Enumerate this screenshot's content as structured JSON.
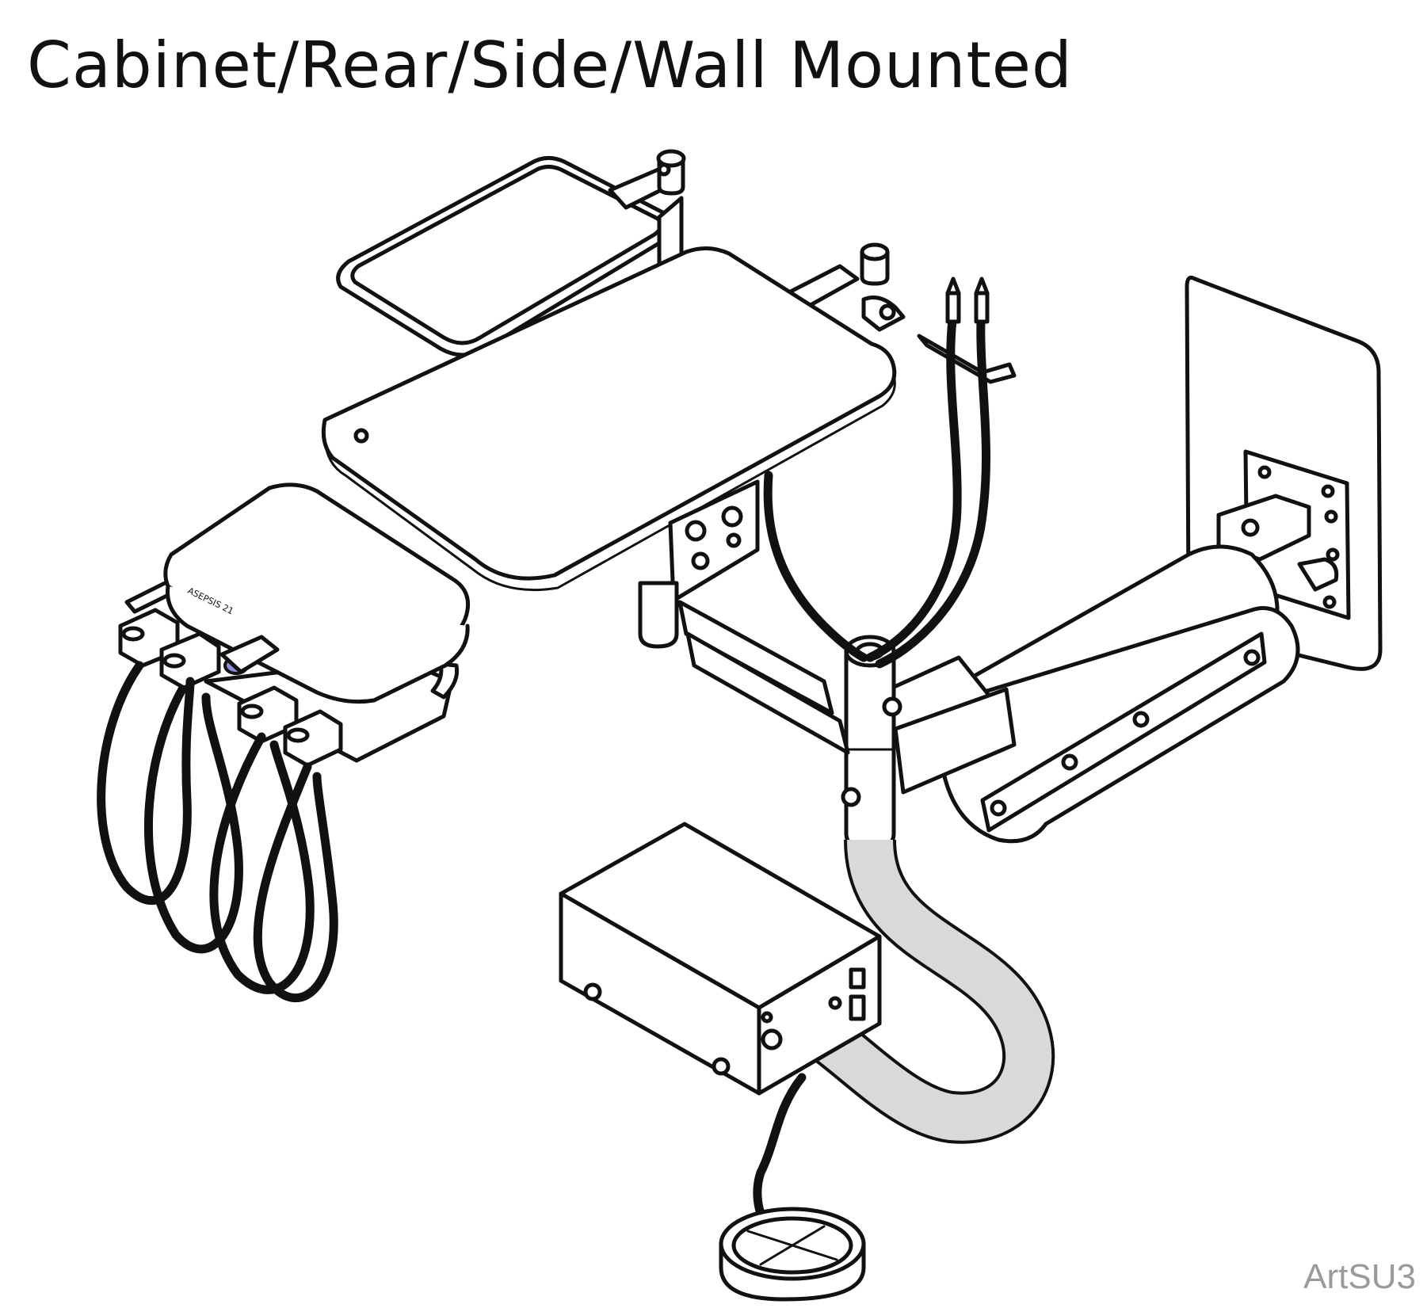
{
  "title": "Cabinet/Rear/Side/Wall Mounted",
  "art_code": "ArtSU3",
  "delivery_head_label": "ASEPSIS 21",
  "colors": {
    "line": "#111111",
    "background": "#ffffff",
    "vacuum_hose": "#d9d9d9",
    "highlight_button": "#8a8fd6",
    "art_code": "#9a9a9a"
  }
}
